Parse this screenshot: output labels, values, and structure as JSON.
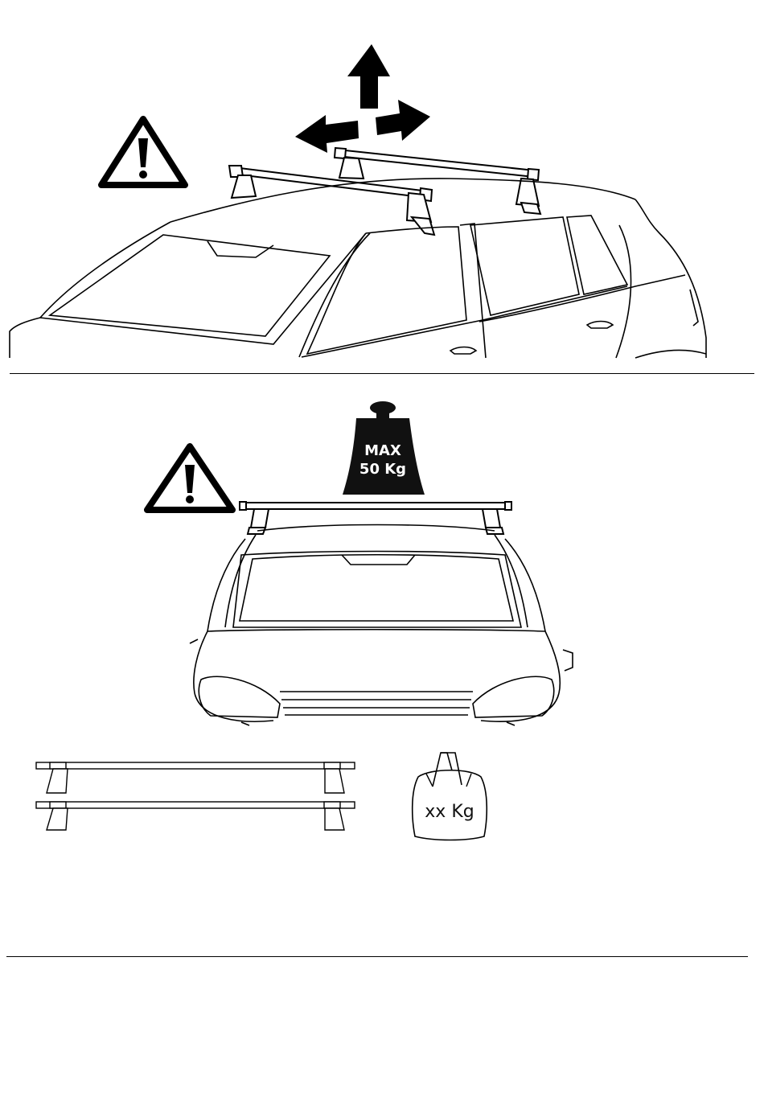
{
  "weight": {
    "line1": "MAX",
    "line2": "50 Kg",
    "fill_color": "#111111"
  },
  "bag": {
    "label": "xx Kg"
  },
  "icons": [
    "warning-icon",
    "direction-arrows-icon",
    "weight-icon",
    "bag-icon",
    "roof-bar-icon"
  ]
}
